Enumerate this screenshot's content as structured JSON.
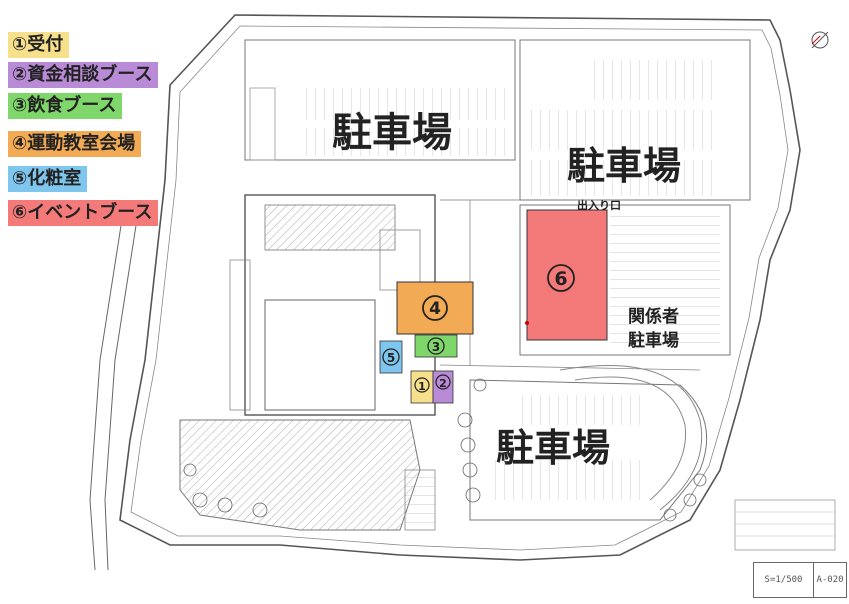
{
  "legend": [
    {
      "label": "①受付",
      "color": "#f7e08c"
    },
    {
      "label": "②資金相談ブース",
      "color": "#b98ad6"
    },
    {
      "label": "③飲食ブース",
      "color": "#7fd66a"
    },
    {
      "label": "④運動教室会場",
      "color": "#f2aa55"
    },
    {
      "label": "⑤化粧室",
      "color": "#7fc6ee"
    },
    {
      "label": "⑥イベントブース",
      "color": "#f47a7a"
    }
  ],
  "parking": {
    "top_left": "駐車場",
    "top_right": "駐車場",
    "bottom": "駐車場",
    "staff_line1": "関係者",
    "staff_line2": "駐車場"
  },
  "entrance_label": "出入り口",
  "zones": {
    "z1": "1",
    "z2": "2",
    "z3": "3",
    "z4": "4",
    "z5": "5",
    "z6": "6"
  },
  "zone_colors": {
    "z1": "#f7e08c",
    "z2": "#b98ad6",
    "z3": "#7fd66a",
    "z4": "#f2aa55",
    "z5": "#7fc6ee",
    "z6": "#f47a7a"
  },
  "title_block": {
    "scale": "S=1/500",
    "sheet": "A-020"
  }
}
